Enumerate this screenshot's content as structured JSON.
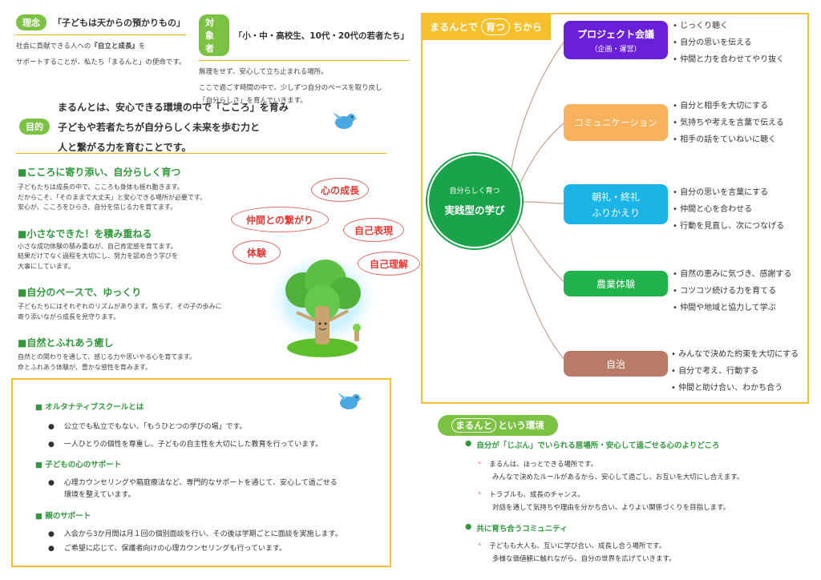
{
  "rinen": {
    "tag": "理念",
    "title": "「子どもは天からの預かりもの」",
    "line1_a": "社会に貢献できる人への",
    "line1_b": "『自立と成長』",
    "line1_c": "を",
    "line2": "サポートすることが、私たち「まるんと」の使命です。"
  },
  "taisho": {
    "tag": "対象者",
    "title": "「小・中・高校生、10代・20代の若者たち」",
    "line1": "無理をせず、安心して立ち止まれる場所。",
    "line2": "ここで過ごす時間の中で、少しずつ自分のペースを取り戻し",
    "line3": "「自分らしさ」を育んでいきます。"
  },
  "mokuteki": {
    "tag": "目的",
    "line1": "まるんとは、安心できる環境の中で「こころ」を育み",
    "line2": "子どもや若者たちが自分らしく未来を歩む力と",
    "line3": "人と繋がる力を育むことです。"
  },
  "sections": [
    {
      "title": "■こころに寄り添い、自分らしく育つ",
      "lines": [
        "子どもたちは成長の中で、こころも身体も揺れ動きます。",
        "だからこそ、「そのままで大丈夫」と安心できる場所が必要です。",
        "安心が、こころをひらき、自分を信じる力を育てます。"
      ]
    },
    {
      "title": "■小さなできた！を積み重ねる",
      "lines": [
        "小さな成功体験の積み重ねが、自己肯定感を育てます。",
        "結果だけでなく過程を大切にし、努力を認め合う学びを",
        "大事にしています。"
      ]
    },
    {
      "title": "■自分のペースで、ゆっくり",
      "lines": [
        "子どもたちにはそれぞれのリズムがあります。焦らず、その子の歩みに",
        "寄り添いながら成長を見守ります。"
      ]
    },
    {
      "title": "■自然とふれあう癒し",
      "lines": [
        "自然との関わりを通して、感じる力や思いやる心を育てます。",
        "命とふれあう体験が、豊かな感性を育みます。"
      ]
    }
  ],
  "ovals": [
    "心の成長",
    "仲間との繋がり",
    "自己表現",
    "体験",
    "自己理解"
  ],
  "alt": {
    "h1": "■ オルタナティブスクールとは",
    "b1": "公立でも私立でもない、「もうひとつの学びの場」です。",
    "b2": "一人ひとりの個性を尊重し、子どもの自主性を大切にした教育を行っています。",
    "h2": "■ 子どもの心のサポート",
    "b3a": "心理カウンセリングや箱庭療法など、専門的なサポートを通じて、安心して過ごせる",
    "b3b": "環境を整えています。",
    "h3": "■ 親のサポート",
    "b4": "入会から3か月間は月１回の個別面談を行い、その後は学期ごとに面談を実施します。",
    "b5": "ご希望に応じて、保護者向けの心理カウンセリングも行っています。"
  },
  "mindmap": {
    "header_a": "まるんとで",
    "header_b": "育つ",
    "header_c": "ちから",
    "center_small": "自分らしく育つ",
    "center_big": "実践型の学び",
    "nodes": [
      {
        "label": "プロジェクト会議",
        "sub": "（企画・運営）",
        "color": "#6a1fd8",
        "bullets": [
          "じっくり聴く",
          "自分の思いを伝える",
          "仲間と力を合わせてやり抜く"
        ]
      },
      {
        "label": "コミュニケーション",
        "sub": "",
        "color": "#f9b25c",
        "bullets": [
          "自分と相手を大切にする",
          "気持ちや考えを言葉で伝える",
          "相手の話をていねいに聴く"
        ]
      },
      {
        "label": "朝礼・終礼",
        "sub": "ふりかえり",
        "color": "#1ab5e6",
        "bullets": [
          "自分の思いを言葉にする",
          "仲間と心を合わせる",
          "行動を見直し、次につなげる"
        ]
      },
      {
        "label": "農業体験",
        "sub": "",
        "color": "#22b24c",
        "bullets": [
          "自然の恵みに気づき、感謝する",
          "コツコツ続ける力を育てる",
          "仲間や地域と協力して学ぶ"
        ]
      },
      {
        "label": "自治",
        "sub": "",
        "color": "#b97a66",
        "bullets": [
          "みんなで決めた約束を大切にする",
          "自分で考え、行動する",
          "仲間と助け合い、わかち合う"
        ]
      }
    ]
  },
  "kankyo": {
    "pill_a": "まるんと",
    "pill_b": "という環境",
    "h1": "自分が「じぶん」でいられる居場所・安心して過ごせる心のよりどころ",
    "i1a": "まるんは、ほっとできる場所です。",
    "i1b": "みんなで決めたルールがあるから、安心して過ごし、お互いを大切にし合えます。",
    "i2a": "トラブルも、成長のチャンス。",
    "i2b": "対話を通して気持ちや理由を分かち合い、よりよい関係づくりを目指します。",
    "h2": "共に育ち合うコミュニティ",
    "i3a": "子どもも大人も、互いに学び合い、成長し合う場所です。",
    "i3b": "多様な価値観に触れながら、自分の世界を広げていきます。"
  }
}
